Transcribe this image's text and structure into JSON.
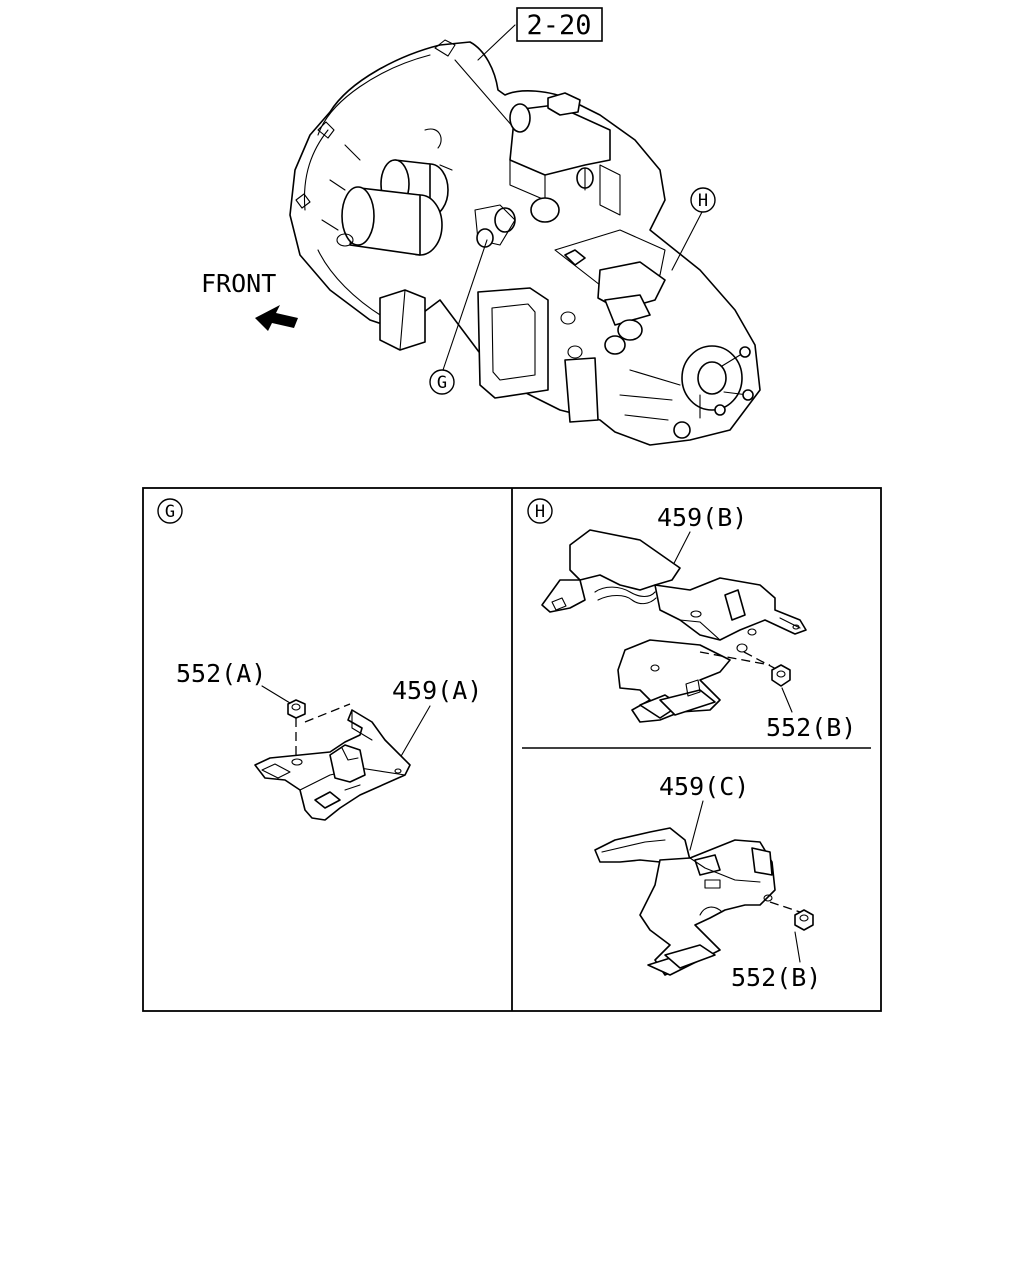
{
  "main_view": {
    "reference_box": "2-20",
    "front_label": "FRONT",
    "callout_g": "G",
    "callout_h": "H"
  },
  "detail_g": {
    "marker": "G",
    "nut_label": "552(A)",
    "bracket_label": "459(A)"
  },
  "detail_h_upper": {
    "marker": "H",
    "bracket_label": "459(B)",
    "nut_label": "552(B)"
  },
  "detail_h_lower": {
    "bracket_label": "459(C)",
    "nut_label": "552(B)"
  }
}
